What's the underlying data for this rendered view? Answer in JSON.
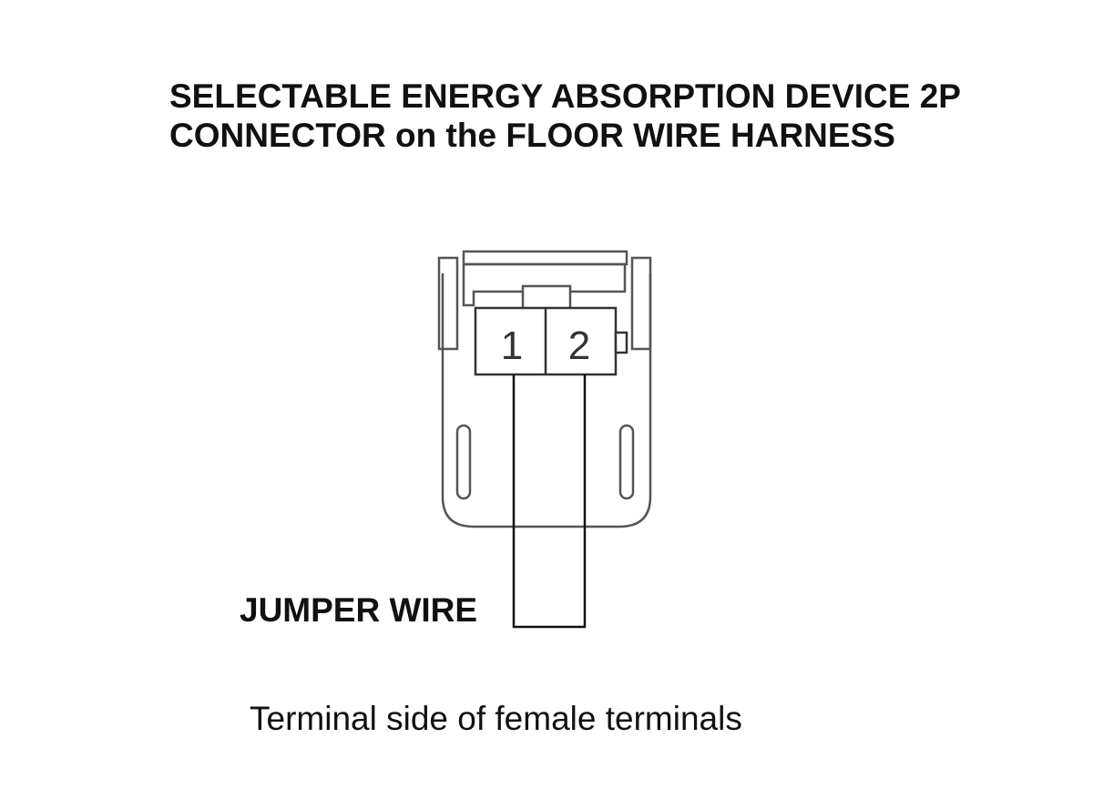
{
  "title": {
    "line1": "SELECTABLE ENERGY ABSORPTION DEVICE 2P",
    "line2": "CONNECTOR on the FLOOR WIRE HARNESS"
  },
  "connector": {
    "pins": [
      {
        "number": "1"
      },
      {
        "number": "2"
      }
    ]
  },
  "jumper_label": "JUMPER WIRE",
  "caption": "Terminal side of female terminals",
  "colors": {
    "line": "#111111",
    "connector_outline": "#555555"
  }
}
